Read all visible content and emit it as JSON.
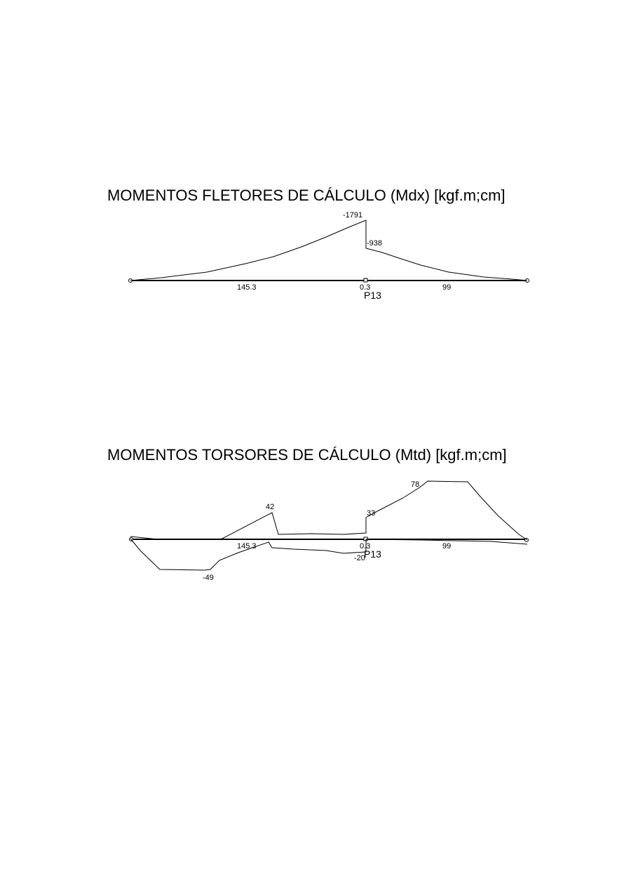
{
  "diagrams": [
    {
      "title": "MOMENTOS FLETORES DE CÁLCULO (Mdx) [kgf.m;cm]",
      "span_labels": [
        "145.3",
        "0.3",
        "99"
      ],
      "support_label": "P13",
      "value_labels": [
        "-1791",
        "-938"
      ]
    },
    {
      "title": "MOMENTOS TORSORES DE CÁLCULO (Mtd) [kgf.m;cm]",
      "span_labels": [
        "145.3",
        "0.3",
        "99"
      ],
      "support_label": "P13",
      "value_labels": [
        "42",
        "33",
        "78",
        "-49",
        "-20"
      ]
    }
  ],
  "colors": {
    "line": "#000000",
    "background": "#ffffff"
  }
}
